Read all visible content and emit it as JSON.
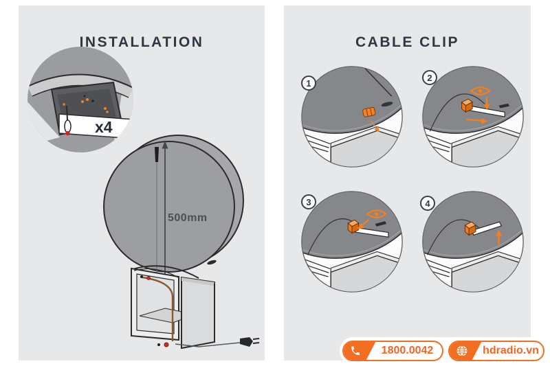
{
  "installation": {
    "title": "INSTALLATION",
    "dimension_label": "500mm",
    "screw_count_label": "x4"
  },
  "cable_clip": {
    "title": "CABLE CLIP",
    "steps": [
      {
        "number": "1"
      },
      {
        "number": "2"
      },
      {
        "number": "3"
      },
      {
        "number": "4"
      }
    ]
  },
  "contact": {
    "phone": "1800.0042",
    "website": "hdradio.vn"
  },
  "colors": {
    "accent_orange": "#F26F21",
    "panel_gray": "#E7E8EA",
    "title_navy": "#2E3744"
  }
}
